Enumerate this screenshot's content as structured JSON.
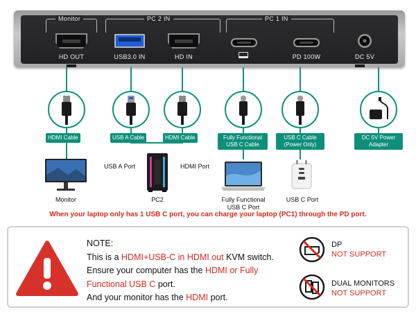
{
  "device": {
    "groups": {
      "monitor": "Monitor",
      "pc2": "PC 2 IN",
      "pc1": "PC 1 IN"
    },
    "ports": {
      "hd_out": "HD OUT",
      "usb30_in": "USB3.0 IN",
      "hd_in": "HD IN",
      "pd_100w": "PD 100W",
      "dc_5v": "DC 5V"
    }
  },
  "cables": {
    "hdmi_cable_1": "HDMI Cable",
    "usb_a_cable": "USB A Cable",
    "hdmi_cable_2": "HDMI Cable",
    "usbc_full": "Fully Functional USB C Cable",
    "usbc_power": "USB C Cable (Power Only)",
    "dc_adapter": "DC 5V Power Adapter"
  },
  "devices": {
    "monitor": "Monitor",
    "pc2": "PC2",
    "laptop": "Fully Functional USB C Port",
    "charger": "USB C Port",
    "usb_a_port": "USB A Port",
    "hdmi_port": "HDMI Port"
  },
  "warning_line": "When your laptop only has 1 USB C port, you can charge your laptop (PC1) through the PD port.",
  "note": {
    "title": "NOTE:",
    "line1_pre": "This is a ",
    "line1_red": "HDMI+USB-C in HDMI out",
    "line1_post": " KVM switch.",
    "line2_pre": "Ensure your computer has the ",
    "line2_red": "HDMI or Fully",
    "line3_red": "Functional USB C",
    "line3_post": " port.",
    "line4_pre": "And your monitor has the ",
    "line4_red": "HDMI",
    "line4_post": " port."
  },
  "not_supported": [
    {
      "feature": "DP",
      "status": "NOT SUPPORT"
    },
    {
      "feature": "DUAL MONITORS",
      "status": "NOT SUPPORT"
    }
  ],
  "colors": {
    "accent": "#0f8f7a",
    "warning_red": "#d42b20",
    "alert_triangle": "#d6322b"
  }
}
